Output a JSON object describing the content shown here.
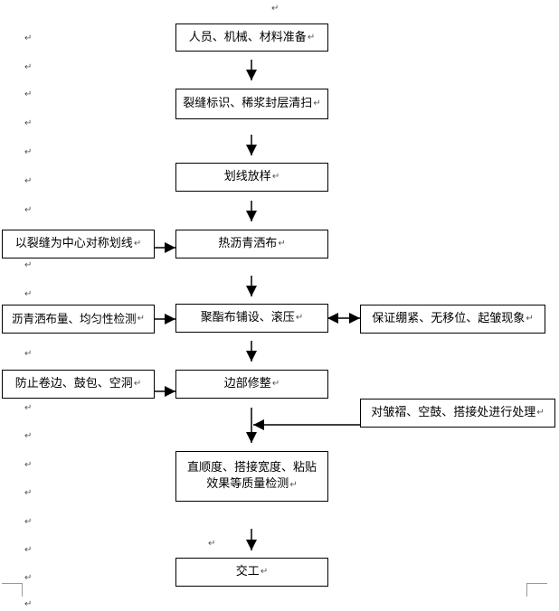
{
  "paragraph_mark": "↵",
  "steps": {
    "prepare": "人员、机械、材料准备",
    "crack_mark": "裂缝标识、稀浆封层清扫",
    "layout": "划线放样",
    "hot_asphalt": "热沥青洒布",
    "polyester_pave": "聚酯布铺设、滚压",
    "edge_trim": "边部修整",
    "quality_line1": "直顺度、搭接宽度、粘贴",
    "quality_line2": "效果等质量检测",
    "handover": "交工"
  },
  "side_notes": {
    "centerline": "以裂缝为中心对称划线",
    "asphalt_check": "沥青洒布量、均匀性检测",
    "tension": "保证绷紧、无移位、起皱现象",
    "prevent": "防止卷边、鼓包、空洞",
    "wrinkle_fix": "对皱褶、空鼓、搭接处进行处理"
  }
}
